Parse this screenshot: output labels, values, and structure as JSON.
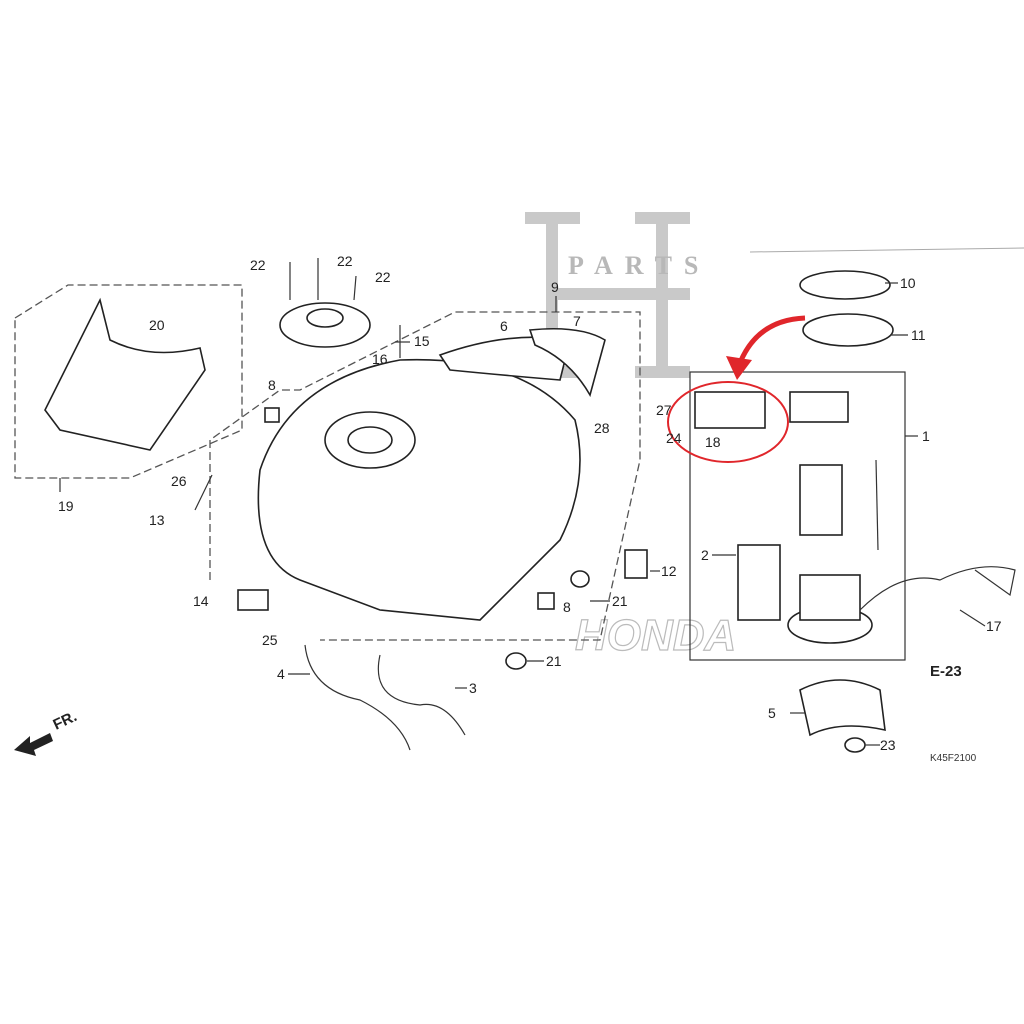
{
  "diagram": {
    "drawing_code": "K45F2100",
    "ref_label": "E-23",
    "front_marker": "FR.",
    "watermark": {
      "logo_letter": "H",
      "text": "PARTS"
    },
    "background_logo": "HONDA",
    "highlight_color": "#e0262b",
    "highlighted_part": "18",
    "callouts": [
      "22",
      "22",
      "22",
      "20",
      "15",
      "16",
      "9",
      "6",
      "7",
      "10",
      "11",
      "1",
      "8",
      "27",
      "24",
      "28",
      "18",
      "19",
      "26",
      "13",
      "2",
      "12",
      "14",
      "8",
      "21",
      "17",
      "25",
      "21",
      "4",
      "3",
      "5",
      "23"
    ]
  }
}
